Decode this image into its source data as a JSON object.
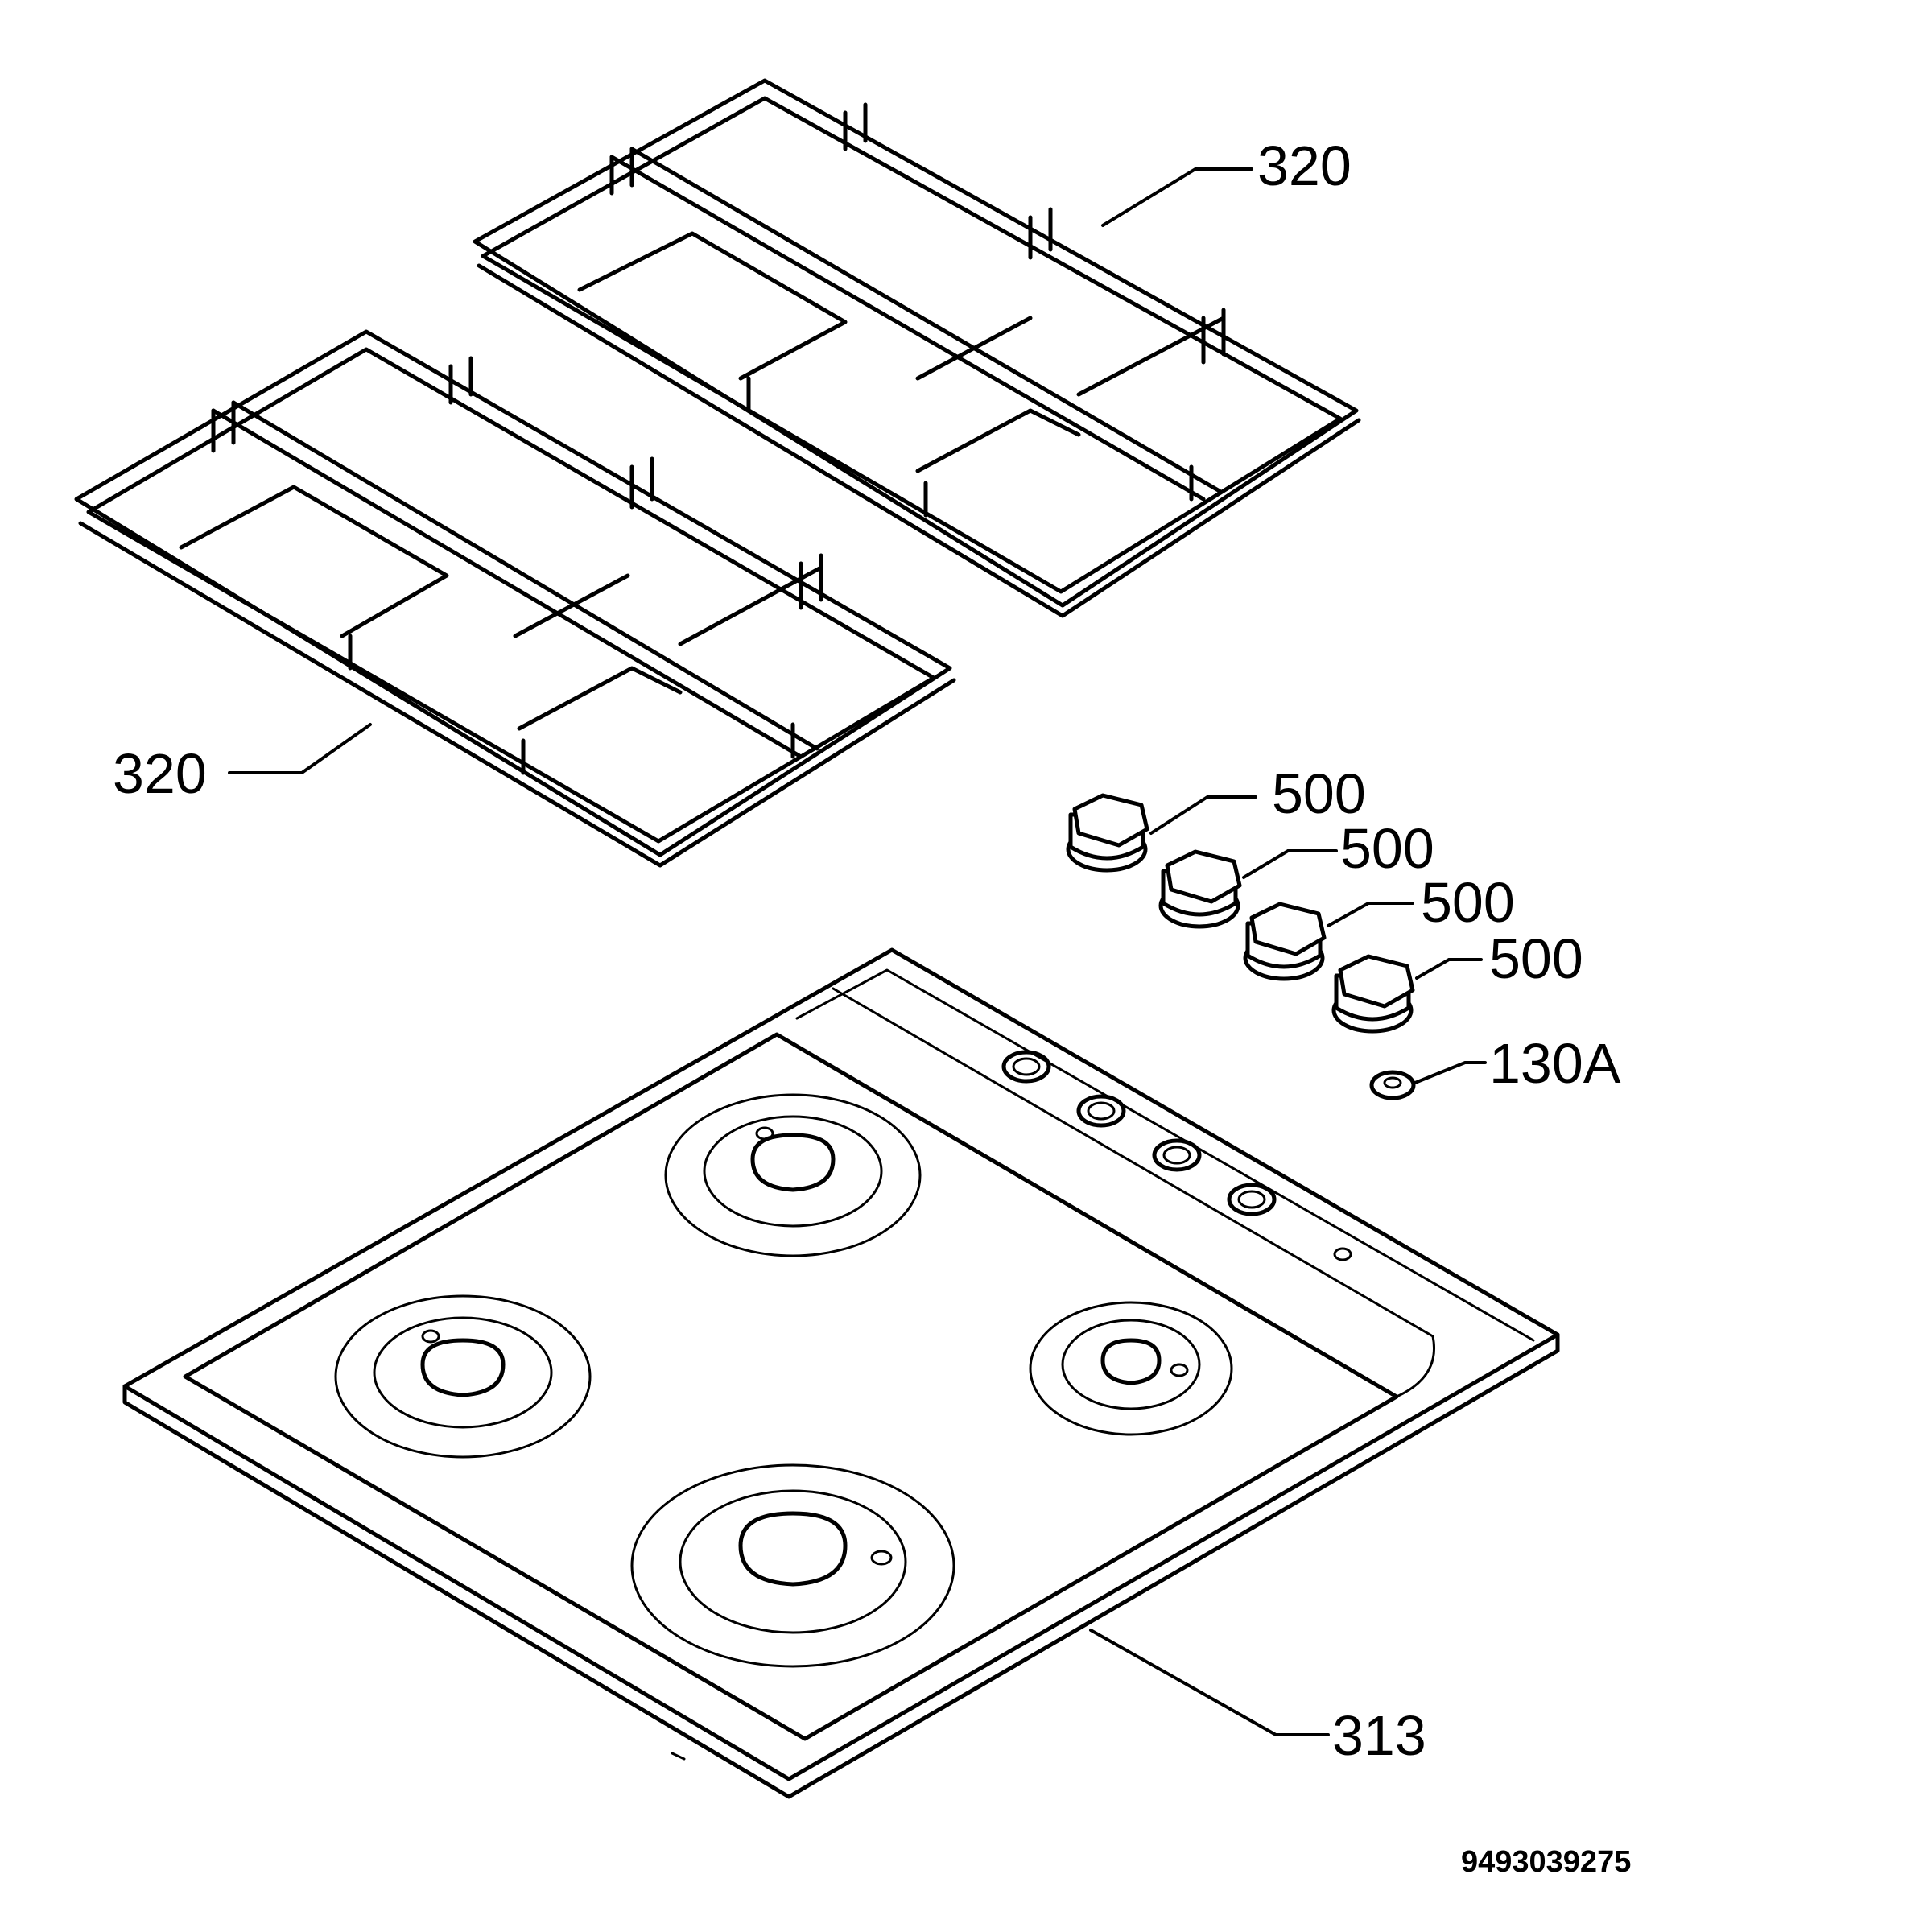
{
  "callouts": {
    "grid_top": "320",
    "grid_left": "320",
    "knob_1": "500",
    "knob_2": "500",
    "knob_3": "500",
    "knob_4": "500",
    "knob_insert": "130A",
    "hob_top": "313"
  },
  "document_code": "9493039275",
  "colors": {
    "line": "#000000",
    "background": "#ffffff"
  }
}
